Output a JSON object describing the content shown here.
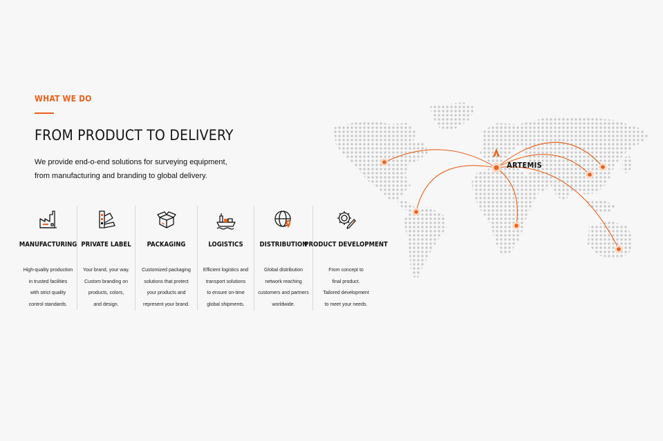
{
  "section": {
    "eyebrow": "WHAT WE DO",
    "title": "FROM PRODUCT TO DELIVERY",
    "description_lines": [
      "We provide end-o-end solutions for surveying equipment,",
      "from manufacturing and branding to global delivery."
    ]
  },
  "services": [
    {
      "name": "MANUFACTURING",
      "icon": "factory-icon",
      "lines": [
        "High-quality production",
        "in trusted facilities",
        "with strict quality",
        "control standards."
      ]
    },
    {
      "name": "PRIVATE LABEL",
      "icon": "color-swatch-icon",
      "lines": [
        "Your brand, your way.",
        "Custom branding on",
        "products, colors,",
        "and design."
      ]
    },
    {
      "name": "PACKAGING",
      "icon": "open-box-icon",
      "lines": [
        "Customized packaging",
        "solutions that protect",
        "your products and",
        "represent your brand."
      ]
    },
    {
      "name": "LOGISTICS",
      "icon": "cargo-ship-icon",
      "lines": [
        "Efficient logistics and",
        "transport solutions",
        "to ensure on-time",
        "global shipments."
      ]
    },
    {
      "name": "DISTRIBUTION",
      "icon": "globe-pin-icon",
      "lines": [
        "Global distribution",
        "network reaching",
        "customers and partners",
        "worldwide."
      ]
    },
    {
      "name": "PRODUCT DEVELOPMENT",
      "icon": "gear-pencil-icon",
      "lines": [
        "From concept to",
        "final product.",
        "Tailored development",
        "to meet your needs."
      ]
    }
  ],
  "map": {
    "brand_label": "ARTEMIS",
    "hub": "artemis-hub",
    "destinations": [
      "north-america",
      "south-america",
      "southern-africa",
      "central-asia",
      "east-asia",
      "australia"
    ]
  },
  "colors": {
    "accent": "#e8621c",
    "text": "#111111",
    "dots": "#c9c9c9",
    "background": "#f7f7f7"
  }
}
